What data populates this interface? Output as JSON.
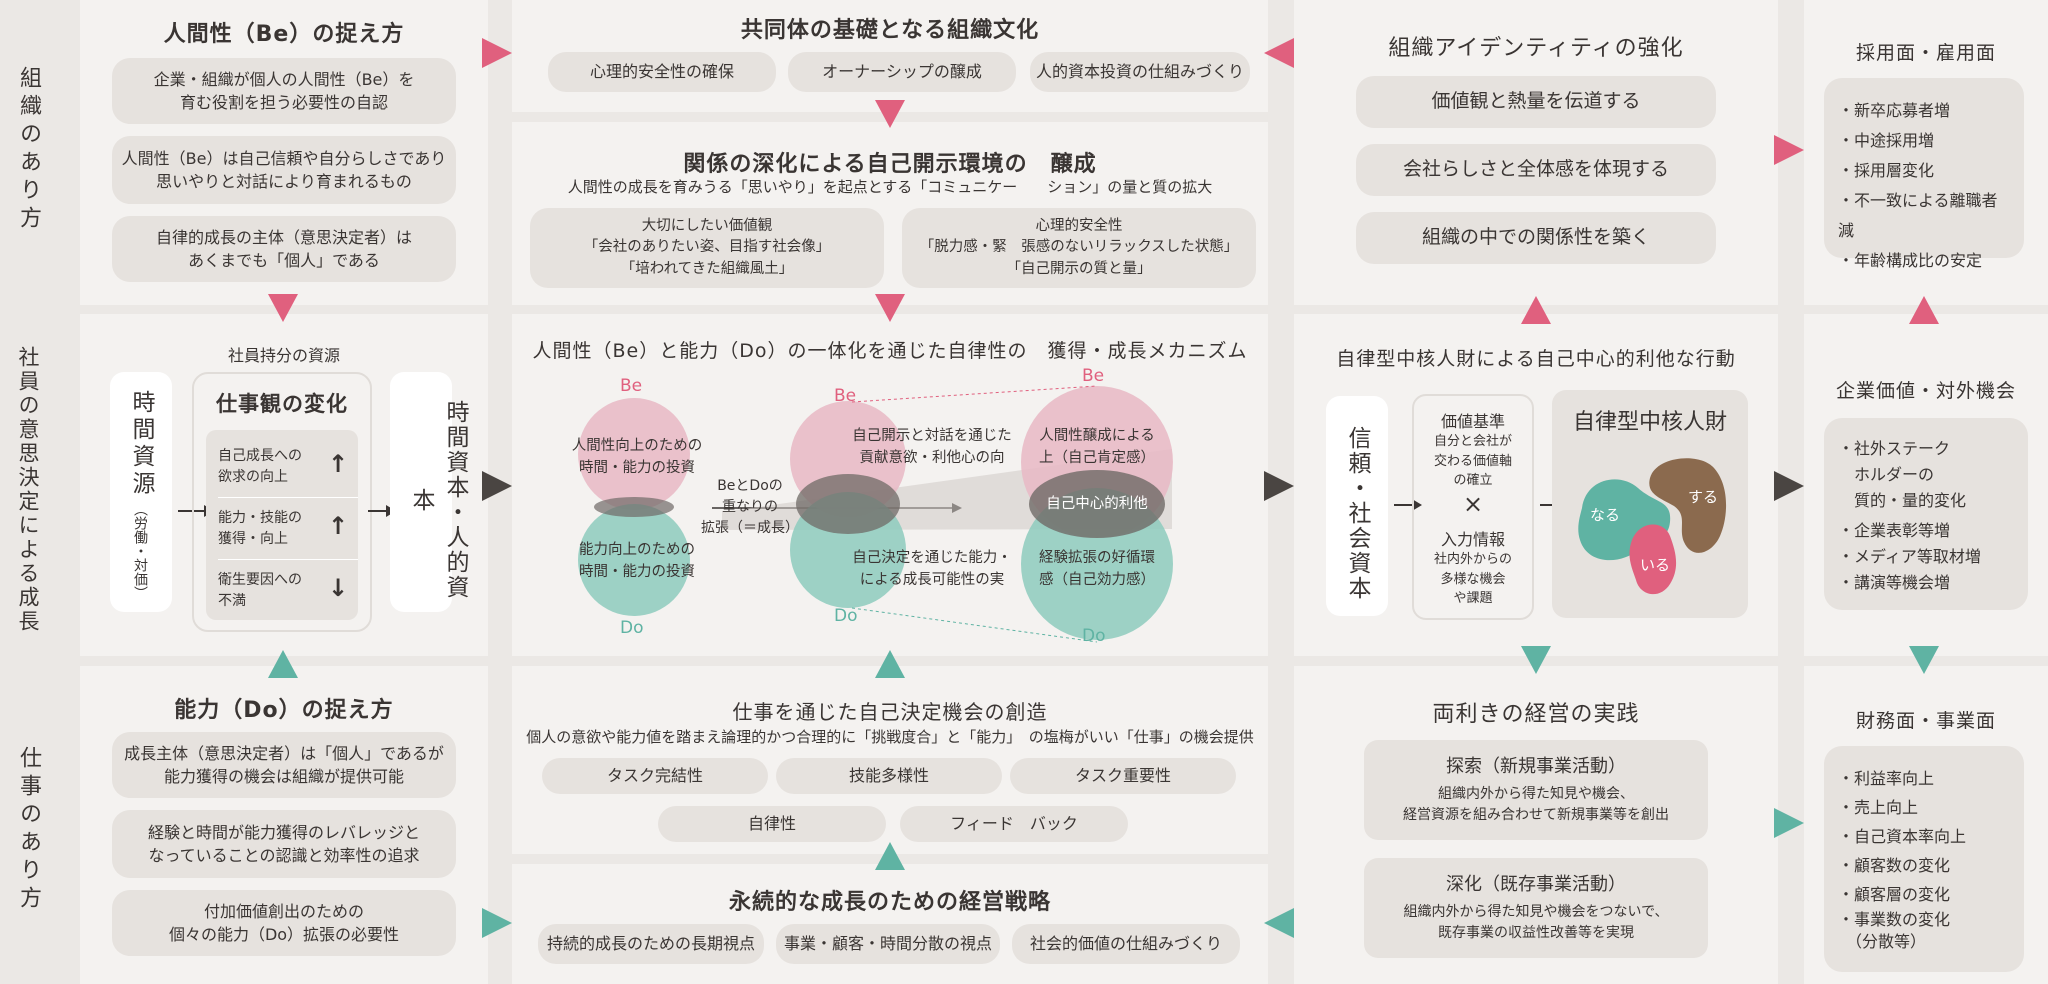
{
  "row_labels": [
    "組織のあり方",
    "社員の意思決定による成長",
    "仕事のあり方"
  ],
  "col1": {
    "top": {
      "title": "人間性（Be）の捉え方",
      "items": [
        "企業・組織が個人の人間性（Be）を\n育む役割を担う必要性の自認",
        "人間性（Be）は自己信頼や自分らしさであり\n思いやりと対話により育まれるもの",
        "自律的成長の主体（意思決定者）は\nあくまでも「個人」である"
      ]
    },
    "mid": {
      "resource_label": "社員持分の資源",
      "left_box": "時間資源",
      "left_box_sub": "（労働・対価）",
      "change_title": "仕事観の変化",
      "changes": [
        "自己成長への\n欲求の向上",
        "能力・技能の\n獲得・向上",
        "衛生要因への\n不満"
      ],
      "change_arrows": [
        "↑",
        "↑",
        "↓"
      ],
      "right_box": "時間資本・人的資本"
    },
    "bottom": {
      "title": "能力（Do）の捉え方",
      "items": [
        "成長主体（意思決定者）は「個人」であるが\n能力獲得の機会は組織が提供可能",
        "経験と時間が能力獲得のレバレッジと\nなっていることの認識と効率性の追求",
        "付加価値創出のための\n個々の能力（Do）拡張の必要性"
      ]
    }
  },
  "col2": {
    "culture": {
      "title": "共同体の基礎となる組織文化",
      "pills": [
        "心理的安全性の確保",
        "オーナーシップの醸成",
        "人的資本投資の仕組みづくり"
      ]
    },
    "deepen": {
      "title": "関係の深化による自己開示環境の　醸成",
      "sub": "人間性の成長を育みうる「思いやり」を起点とする「コミュニケー　　ション」の量と質の拡大",
      "boxes": [
        "大切にしたい価値観\n「会社のありたい姿、目指す社会像」\n「培われてきた組織風土」",
        "心理的安全性\n「脱力感・緊　張感のないリラックスした状態」\n「自己開示の質と量」"
      ]
    },
    "mechanism": {
      "title": "人間性（Be）と能力（Do）の一体化を通じた自律性の　獲得・成長メカニズム",
      "be": "Be",
      "do": "Do",
      "left_be_text": "人間性向上のための\n時間・能力の投資",
      "left_do_text": "能力向上のための\n時間・能力の投資",
      "overlap_text": "BeとDoの\n重なりの\n拡張（＝成長）",
      "mid_top_text": "自己開示と対話を通じた\n貢献意欲・利他心の向",
      "mid_bottom_text": "自己決定を通じた能力・\nによる成長可能性の実",
      "right_top_text": "人間性醸成による\n上（自己肯定感）",
      "right_center_text": "自己中心的利他",
      "right_bottom_text": "経験拡張の好循環\n感（自己効力感）"
    },
    "job": {
      "title": "仕事を通じた自己決定機会の創造",
      "sub": "個人の意欲や能力値を踏まえ論理的かつ合理的に「挑戦度合」と「能力」　の塩梅がいい「仕事」の機会提供",
      "pills": [
        "タスク完結性",
        "技能多様性",
        "タスク重要性",
        "自律性",
        "フィード　バック"
      ]
    },
    "strategy": {
      "title": "永続的な成長のための経営戦略",
      "pills": [
        "持続的成長のための長期視点",
        "事業・顧客・時間分散の視点",
        "社会的価値の仕組みづくり"
      ]
    }
  },
  "col3": {
    "identity": {
      "title": "組織アイデンティティの強化",
      "pills": [
        "価値観と熱量を伝道する",
        "会社らしさと全体感を体現する",
        "組織の中での関係性を築く"
      ]
    },
    "action": {
      "title": "自律型中核人財による自己中心的利他な行動",
      "trust": "信頼・社会資本",
      "value_title": "価値基準",
      "value_text": "自分と会社が\n交わる価値軸\nの確立",
      "times": "×",
      "input_title": "入力情報",
      "input_text": "社内外からの\n多様な機会\nや課題",
      "core_title": "自律型中核人財",
      "blob_naru": "なる",
      "blob_suru": "する",
      "blob_iru": "いる"
    },
    "ambi": {
      "title": "両利きの経営の実践",
      "explore_title": "探索（新規事業活動）",
      "explore_text": "組織内外から得た知見や機会、\n経営資源を組み合わせて新規事業等を創出",
      "deep_title": "深化（既存事業活動）",
      "deep_text": "組織内外から得た知見や機会をつないで、\n既存事業の収益性改善等を実現"
    }
  },
  "col4": {
    "hire": {
      "title": "採用面・雇用面",
      "items": [
        "・新卒応募者増",
        "・中途採用増",
        "・採用層変化",
        "・不一致による離職者減",
        "・年齢構成比の安定"
      ]
    },
    "value": {
      "title": "企業価値・対外機会",
      "items": [
        "・社外ステーク\n　ホルダーの\n　質的・量的変化",
        "・企業表彰等増",
        "・メディア等取材増",
        "・講演等機会増"
      ]
    },
    "finance": {
      "title": "財務面・事業面",
      "items": [
        "・利益率向上",
        "・売上向上",
        "・自己資本率向上",
        "・顧客数の変化",
        "・顧客層の変化",
        "・事業数の変化\n　（分散等）"
      ]
    }
  },
  "colors": {
    "pink": "#e0607e",
    "teal": "#5fb3a3",
    "brown": "#8b6a4e",
    "dark": "#4a4542"
  }
}
